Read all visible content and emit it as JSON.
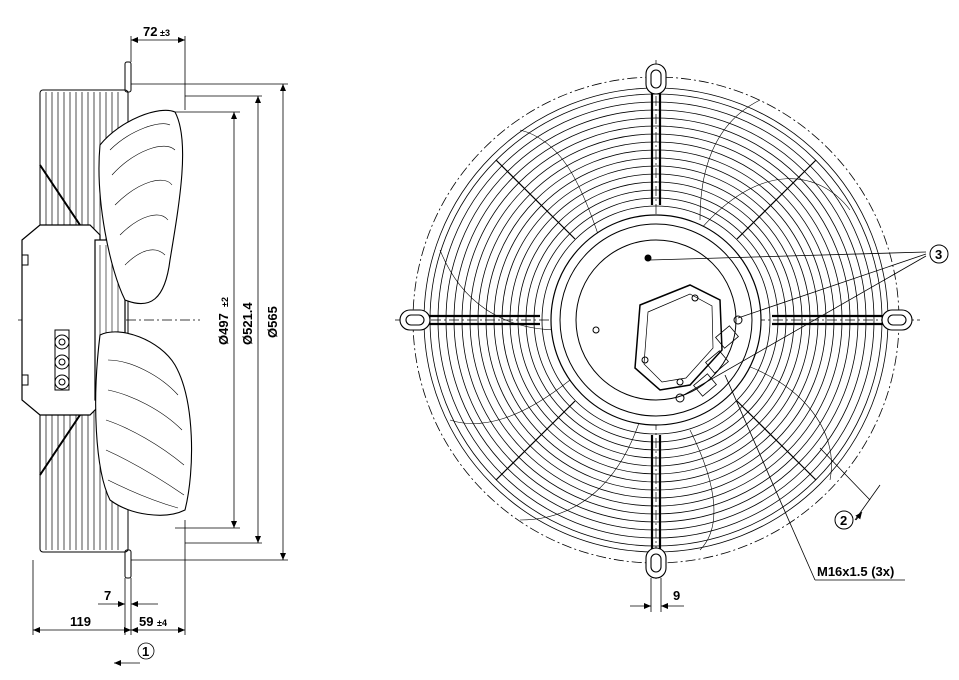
{
  "side_view": {
    "dim_depth_top": "72",
    "dim_depth_top_tol": "±3",
    "dim_dia_497": "Ø497",
    "dim_dia_497_tol": "±2",
    "dim_dia_521": "Ø521.4",
    "dim_dia_565": "Ø565",
    "dim_7": "7",
    "dim_119": "119",
    "dim_59": "59",
    "dim_59_tol": "±4",
    "callout_1": "1"
  },
  "front_view": {
    "callout_3": "3",
    "callout_2": "2",
    "dim_9": "9",
    "thread_label": "M16x1.5 (3x)"
  },
  "colors": {
    "line": "#000000",
    "background": "#ffffff"
  }
}
